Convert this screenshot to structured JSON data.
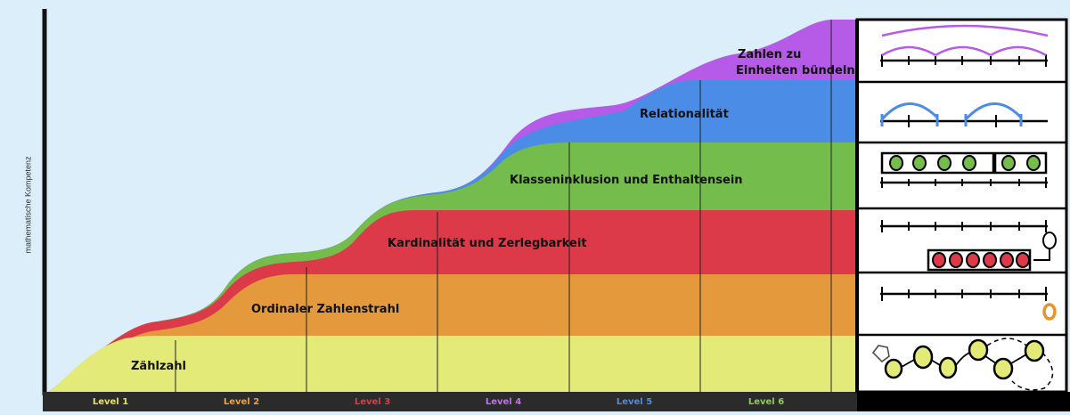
{
  "y_axis_label": "mathematische Kompetenz",
  "bands": [
    {
      "label": "Zählzahl",
      "color": "#e4ea78"
    },
    {
      "label": "Ordinaler Zahlenstrahl",
      "color": "#e49a3c"
    },
    {
      "label": "Kardinalität und Zerlegbarkeit",
      "color": "#dc3a48"
    },
    {
      "label": "Klasseninklusion und Enthaltensein",
      "color": "#74bc4c"
    },
    {
      "label": "Relationalität",
      "color": "#4a8ce6"
    },
    {
      "label_line1": "Zahlen zu",
      "label_line2": "Einheiten bündeln",
      "color": "#b65ae8"
    }
  ],
  "levels": [
    {
      "label": "Level 1",
      "color": "#e8e24a"
    },
    {
      "label": "Level 2",
      "color": "#f0a040"
    },
    {
      "label": "Level 3",
      "color": "#e03a48"
    },
    {
      "label": "Level 4",
      "color": "#c070f0"
    },
    {
      "label": "Level 5",
      "color": "#4a8ce6"
    },
    {
      "label": "Level 6",
      "color": "#8ad050"
    }
  ],
  "colors": {
    "background": "#dceef9",
    "axis": "#111111",
    "level_bar": "#2b2b2b",
    "icon_panel_bg": "#ffffff"
  },
  "icons": [
    "bundling-arcs-icon",
    "relational-arcs-icon",
    "class-inclusion-icon",
    "cardinality-decomposition-icon",
    "ordinal-number-line-icon",
    "counting-circles-icon"
  ]
}
